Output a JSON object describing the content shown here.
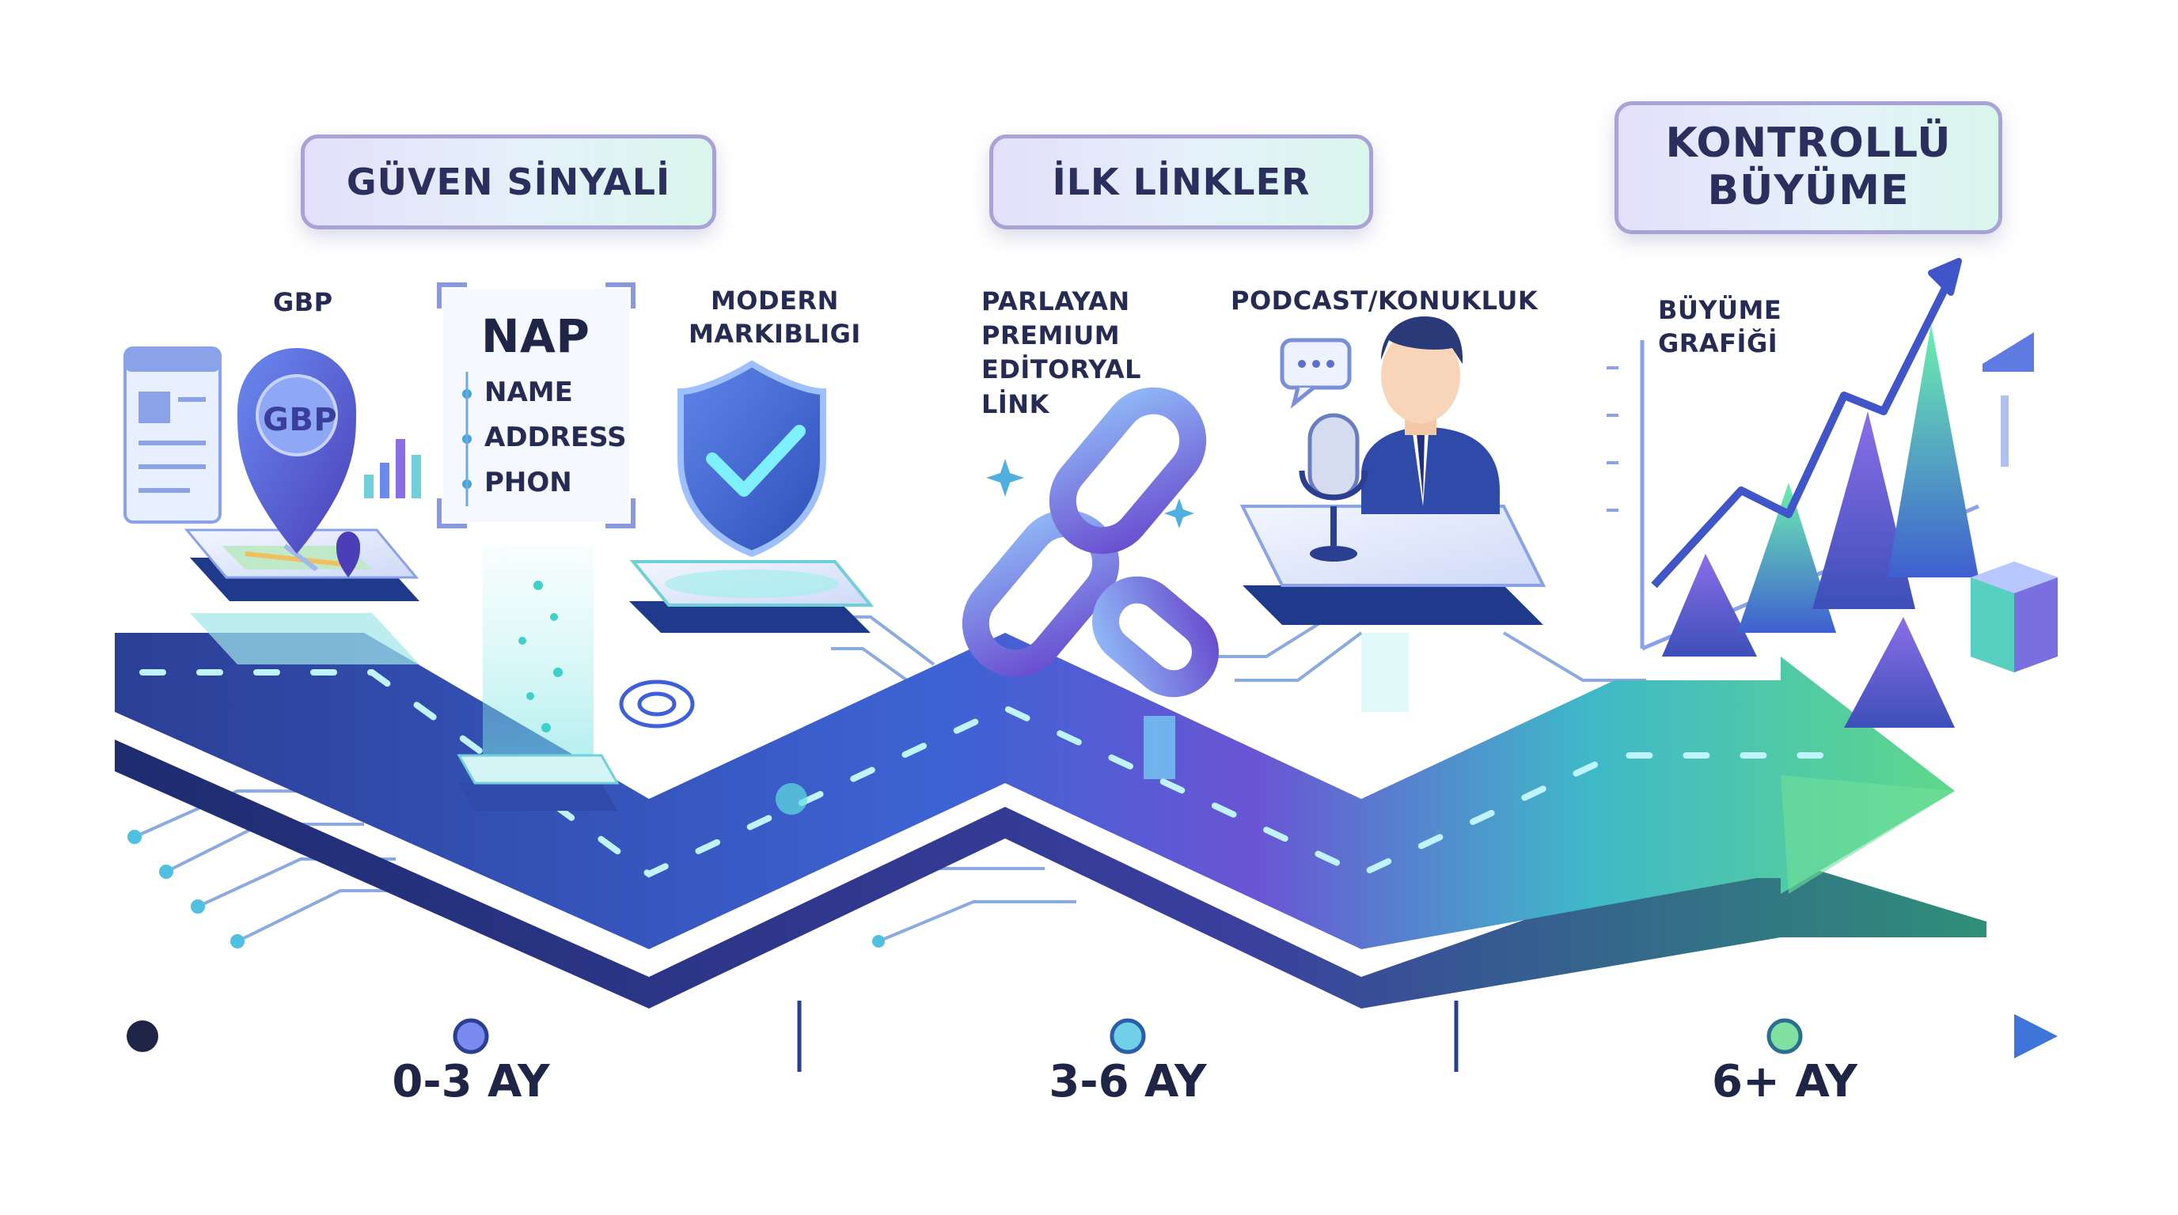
{
  "phases": {
    "trust": "GÜVEN SİNYALİ",
    "links": "İLK LİNKLER",
    "growth_line1": "KONTROLLÜ",
    "growth_line2": "BÜYÜME"
  },
  "labels": {
    "gbp": "GBP",
    "gbp_pin": "GBP",
    "modern_line1": "MODERN",
    "modern_line2": "MARKIBLIGI",
    "premium_line1": "PARLAYAN",
    "premium_line2": "PREMIUM",
    "premium_line3": "EDİTORYAL",
    "premium_line4": "LİNK",
    "podcast": "PODCAST/KONUKLUK",
    "chart_line1": "BÜYÜME",
    "chart_line2": "GRAFİĞİ"
  },
  "nap": {
    "title": "NAP",
    "items": [
      "NAME",
      "ADDRESS",
      "PHON"
    ]
  },
  "timeline": {
    "t1": "0-3 AY",
    "t2": "3-6 AY",
    "t3": "6+ AY"
  },
  "colors": {
    "navy": "#2a3f8f",
    "blue": "#3f6fd8",
    "purple": "#6b5fd6",
    "teal": "#3fd0c8",
    "green": "#5fd88a",
    "dark": "#1f2547"
  }
}
